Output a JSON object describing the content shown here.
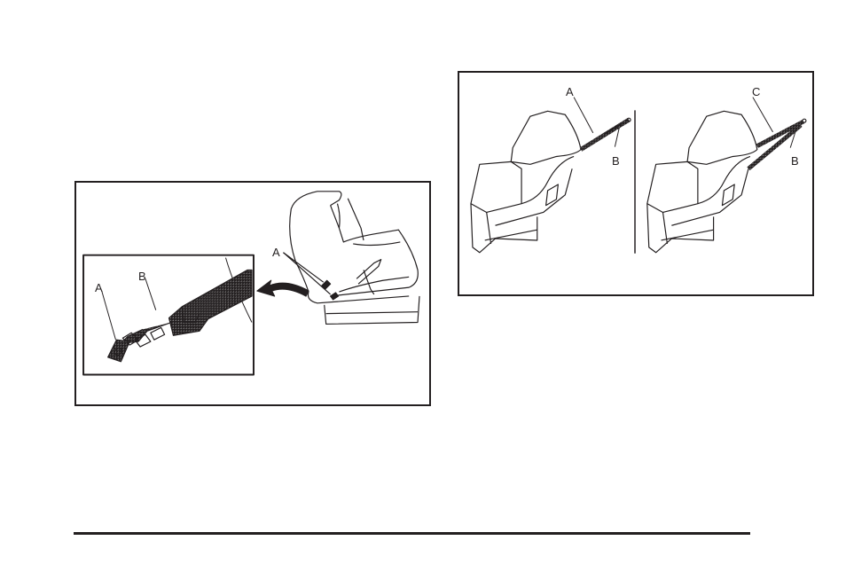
{
  "page": {
    "background": "#ffffff",
    "ink_color": "#231f20"
  },
  "figures": [
    {
      "id": "lower-anchor-figure",
      "description": "Vehicle seat with lower anchors and inset showing child seat attachment latched to anchor",
      "labels": {
        "seat_anchor": "A",
        "inset_anchor": "A",
        "inset_attachment": "B"
      }
    },
    {
      "id": "top-tether-figure",
      "description": "Two child restraints: single tether and dual tether attached to top tether anchor",
      "labels": {
        "single_tether": "A",
        "single_anchor": "B",
        "dual_tether": "C",
        "dual_anchor": "B"
      }
    }
  ]
}
